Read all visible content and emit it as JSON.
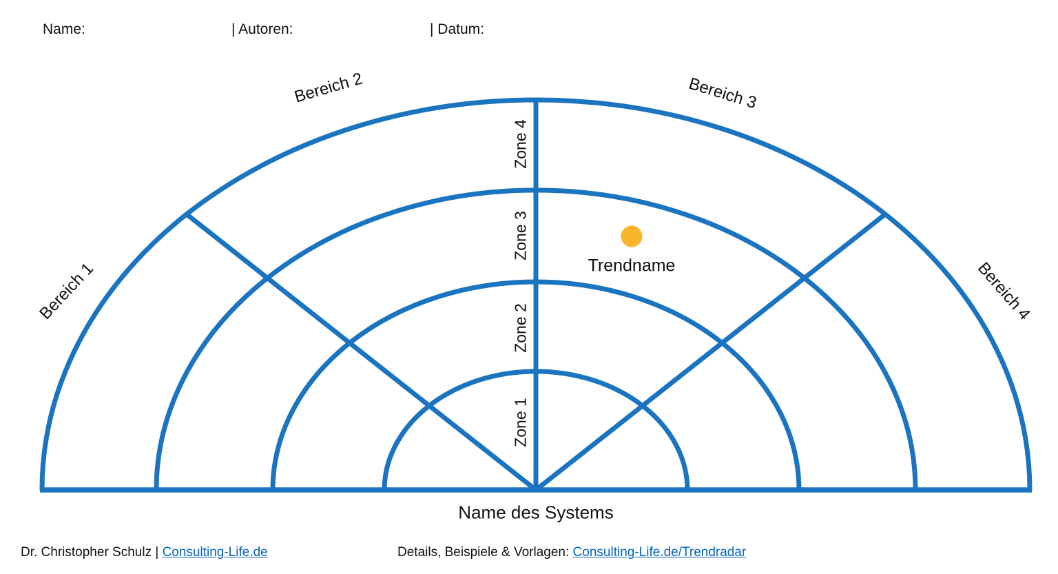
{
  "header": {
    "name": "Name:",
    "autoren": "| Autoren:",
    "datum": "| Datum:"
  },
  "radar": {
    "sectors": [
      "Bereich 1",
      "Bereich 2",
      "Bereich 3",
      "Bereich 4"
    ],
    "zones": [
      "Zone 1",
      "Zone 2",
      "Zone 3",
      "Zone 4"
    ],
    "system_label": "Name des Systems",
    "trend": {
      "label": "Trendname"
    }
  },
  "footer": {
    "author_text": "Dr. Christopher Schulz | ",
    "author_link": "Consulting-Life.de",
    "details_text": "Details, Beispiele & Vorlagen: ",
    "details_link": "Consulting-Life.de/Trendradar"
  },
  "colors": {
    "line_blue": "#1B74C0",
    "link_blue": "#0563C1",
    "trend_dot": "#FBB52D",
    "text": "#111111"
  }
}
